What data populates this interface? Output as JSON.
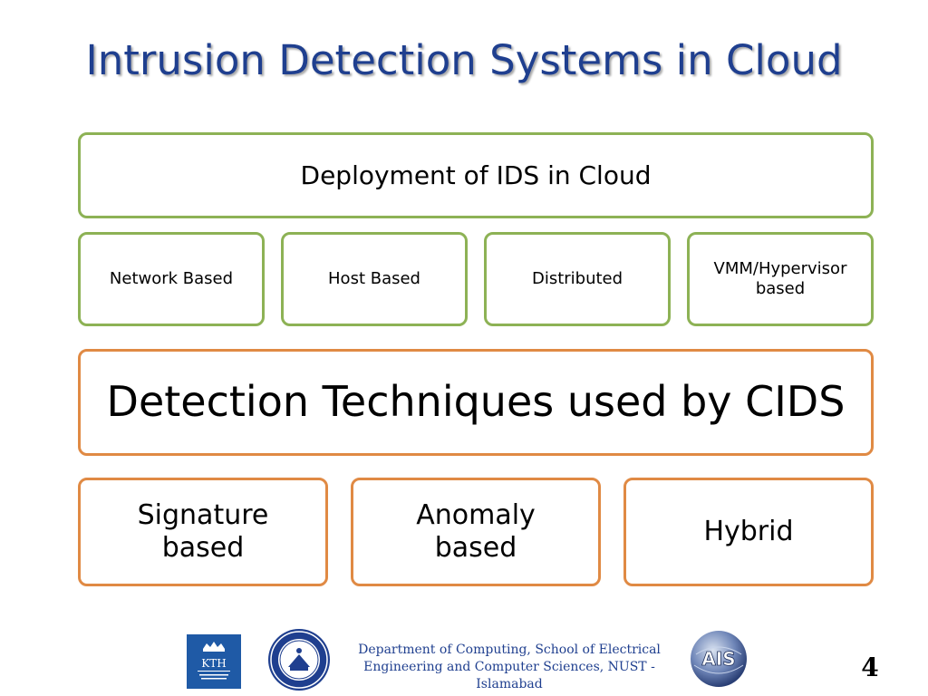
{
  "slide": {
    "title": "Intrusion Detection Systems in Cloud",
    "deployment": {
      "heading": "Deployment of IDS in Cloud",
      "items": [
        {
          "label": "Network Based"
        },
        {
          "label": "Host Based"
        },
        {
          "label": "Distributed"
        },
        {
          "label": "VMM/Hypervisor based"
        }
      ]
    },
    "techniques": {
      "heading": "Detection Techniques used by CIDS",
      "items": [
        {
          "label": "Signature based"
        },
        {
          "label": "Anomaly based"
        },
        {
          "label": "Hybrid"
        }
      ]
    },
    "colors": {
      "title": "#1f3f8f",
      "green_border": "#8db255",
      "orange_border": "#e08a44"
    }
  },
  "footer": {
    "department": "Department of Computing, School of Electrical Engineering and Computer Sciences, NUST - Islamabad",
    "page_number": "4",
    "logos": [
      "kth-logo",
      "nust-logo",
      "ais-logo"
    ]
  }
}
